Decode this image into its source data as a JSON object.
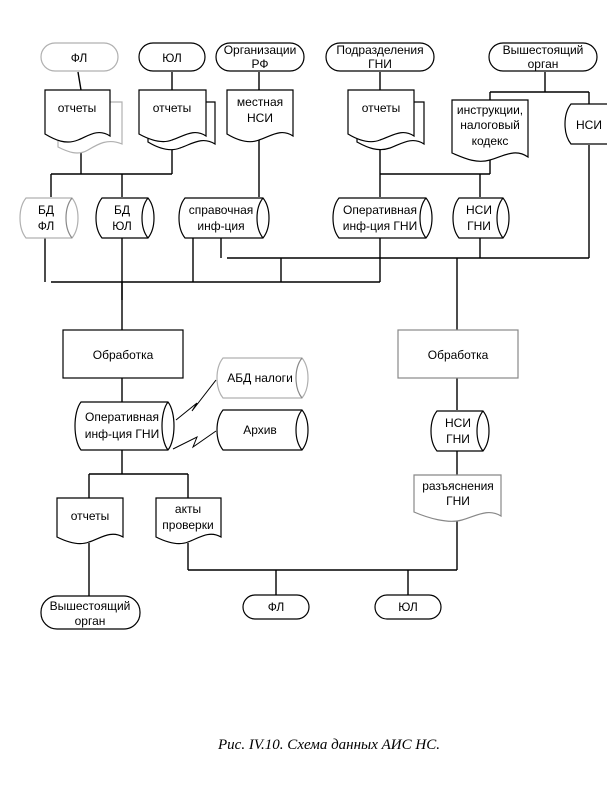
{
  "diagram": {
    "top_sources": {
      "fl": "ФЛ",
      "yul": "ЮЛ",
      "org_rf": [
        "Организации",
        "РФ"
      ],
      "podr_gni": [
        "Подразделения",
        "ГНИ"
      ],
      "vysh_organ": [
        "Вышестоящий",
        "орган"
      ]
    },
    "documents": {
      "otchety_fl": "отчеты",
      "otchety_yul": "отчеты",
      "mestnaya_nsi": [
        "местная",
        "НСИ"
      ],
      "otchety_gni": "отчеты",
      "instrukcii": [
        "инструкции,",
        "налоговый",
        "кодекс"
      ],
      "nsi_top": "НСИ"
    },
    "storages": {
      "bd_fl": [
        "БД",
        "ФЛ"
      ],
      "bd_yul": [
        "БД",
        "ЮЛ"
      ],
      "spravochnaya": [
        "справочная",
        "инф-ция"
      ],
      "operativnaya_top": [
        "Оперативная",
        "инф-ция ГНИ"
      ],
      "nsi_gni_top": [
        "НСИ",
        "ГНИ"
      ]
    },
    "processes": {
      "obrabotka_left": "Обработка",
      "obrabotka_right": "Обработка"
    },
    "middle": {
      "abd_nalogi": "АБД налоги",
      "arhiv": "Архив",
      "operativnaya": [
        "Оперативная",
        "инф-ция ГНИ"
      ],
      "nsi_gni": [
        "НСИ",
        "ГНИ"
      ],
      "razyasneniya": [
        "разъяснения",
        "ГНИ"
      ]
    },
    "outputs": {
      "otchety": "отчеты",
      "akty": [
        "акты",
        "проверки"
      ],
      "vysh_organ": [
        "Вышестоящий",
        "орган"
      ],
      "fl": "ФЛ",
      "yul": "ЮЛ"
    },
    "caption": "Рис. IV.10.  Схема данных АИС НС."
  }
}
